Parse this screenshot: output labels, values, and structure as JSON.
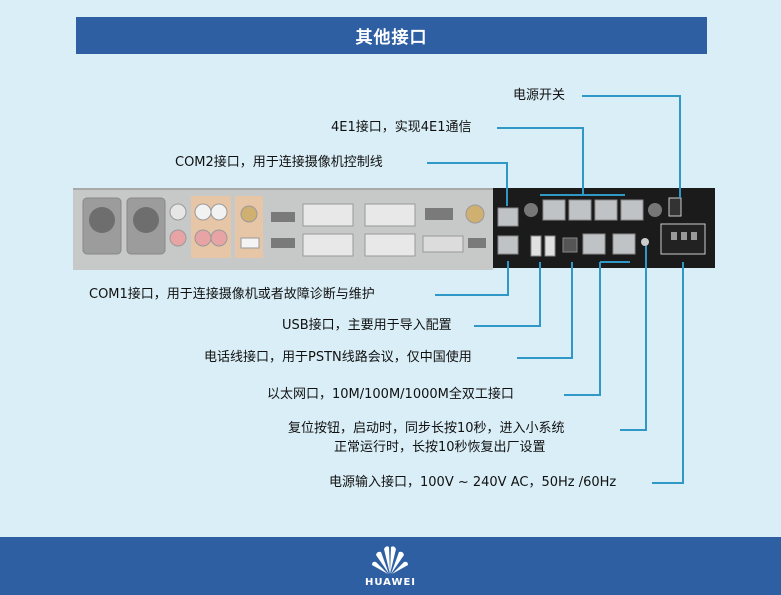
{
  "title": "其他接口",
  "labels": {
    "power_switch": "电源开关",
    "e1": "4E1接口，实现4E1通信",
    "com2": "COM2接口，用于连接摄像机控制线",
    "com1": "COM1接口，用于连接摄像机或者故障诊断与维护",
    "usb": "USB接口，主要用于导入配置",
    "phone": "电话线接口，用于PSTN线路会议，仅中国使用",
    "ethernet": "以太网口，10M/100M/1000M全双工接口",
    "reset_line1": "复位按钮，启动时，同步长按10秒，进入小系统",
    "reset_line2": "正常运行时，长按10秒恢复出厂设置",
    "power_input": "电源输入接口，100V ~ 240V AC，50Hz /60Hz"
  },
  "footer": {
    "logo_text": "HUAWEI"
  },
  "colors": {
    "title_bg": "#2e5fa3",
    "line": "#2f98c6",
    "background": "#d9eef6"
  }
}
